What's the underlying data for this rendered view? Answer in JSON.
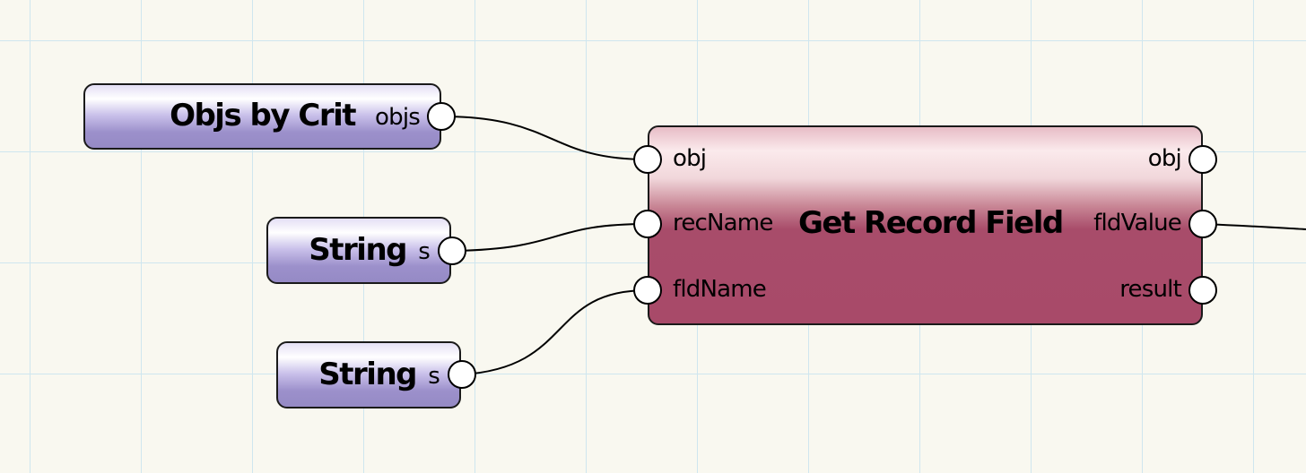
{
  "canvas": {
    "background": "#f9f8f0",
    "grid_color": "#cfe6ef"
  },
  "nodes": {
    "objs_by_crit": {
      "title": "Objs by Crit",
      "output": "objs",
      "color": "#9c90cb"
    },
    "string_1": {
      "title": "String",
      "output": "s",
      "color": "#9c90cb"
    },
    "string_2": {
      "title": "String",
      "output": "s",
      "color": "#9c90cb"
    },
    "get_record_field": {
      "title": "Get Record Field",
      "inputs": [
        "obj",
        "recName",
        "fldName"
      ],
      "outputs": [
        "obj",
        "fldValue",
        "result"
      ],
      "color": "#a84a69"
    }
  }
}
